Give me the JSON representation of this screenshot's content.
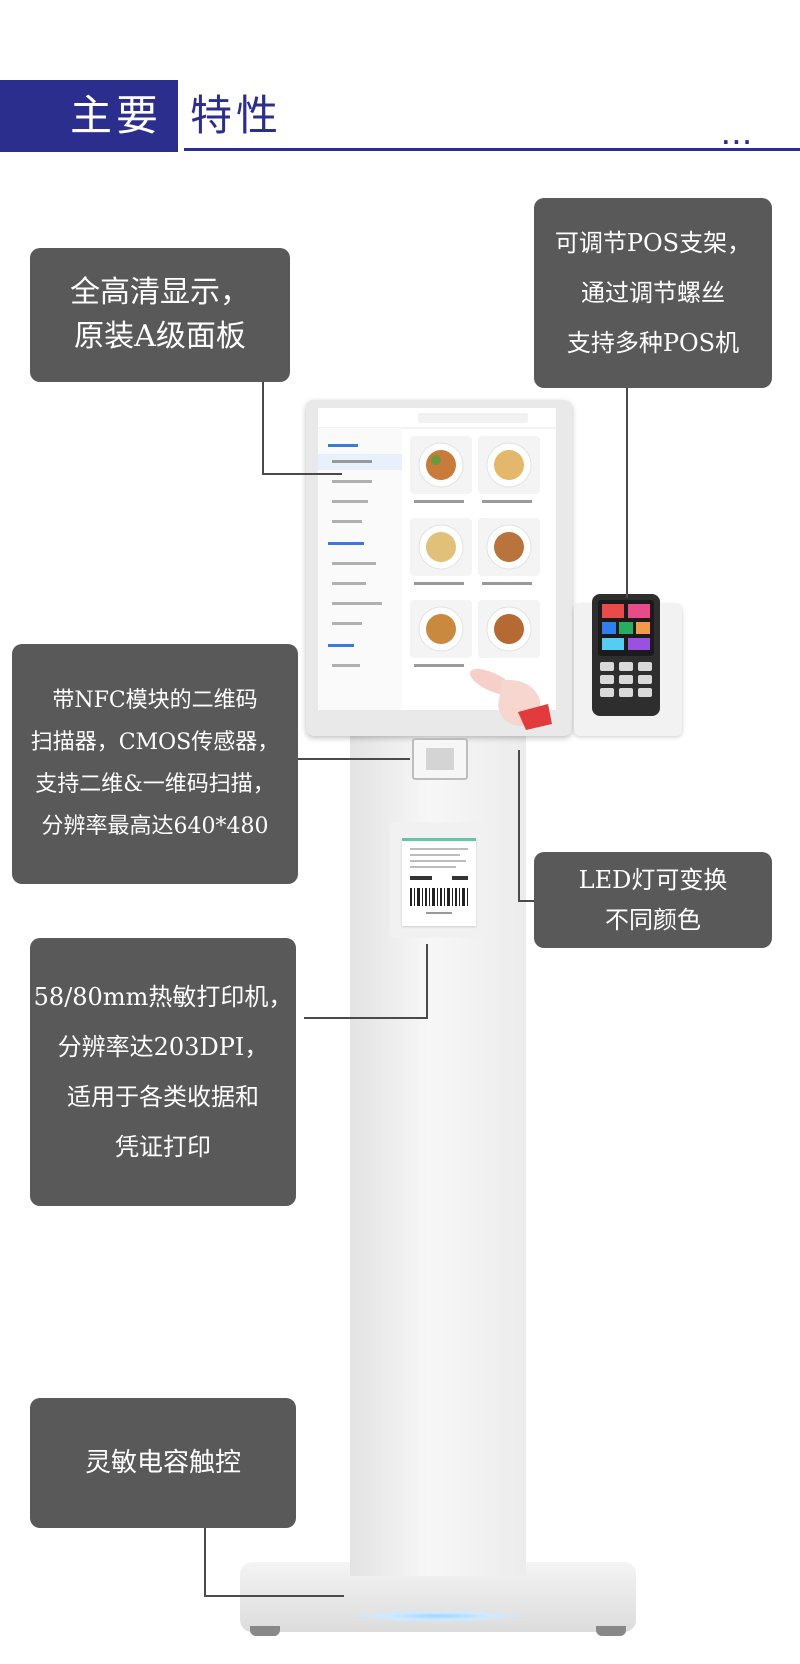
{
  "header": {
    "title_main": "主要",
    "title_sub": "特性",
    "dots": "..."
  },
  "callouts": {
    "display": [
      "全高清显示，",
      "原装A级面板"
    ],
    "pos": [
      "可调节POS支架，",
      "通过调节螺丝",
      "支持多种POS机"
    ],
    "scanner": [
      "带NFC模块的二维码",
      "扫描器，CMOS传感器，",
      "支持二维&一维码扫描，",
      "分辨率最高达640*480"
    ],
    "led": [
      "LED灯可变换",
      "不同颜色"
    ],
    "printer": [
      "58/80mm热敏打印机，",
      "分辨率达203DPI，",
      "适用于各类收据和",
      "凭证打印"
    ],
    "touch": [
      "灵敏电容触控"
    ]
  },
  "colors": {
    "brand": "#2b2e8c",
    "callout_bg": "#595959",
    "callout_text": "#ffffff"
  }
}
